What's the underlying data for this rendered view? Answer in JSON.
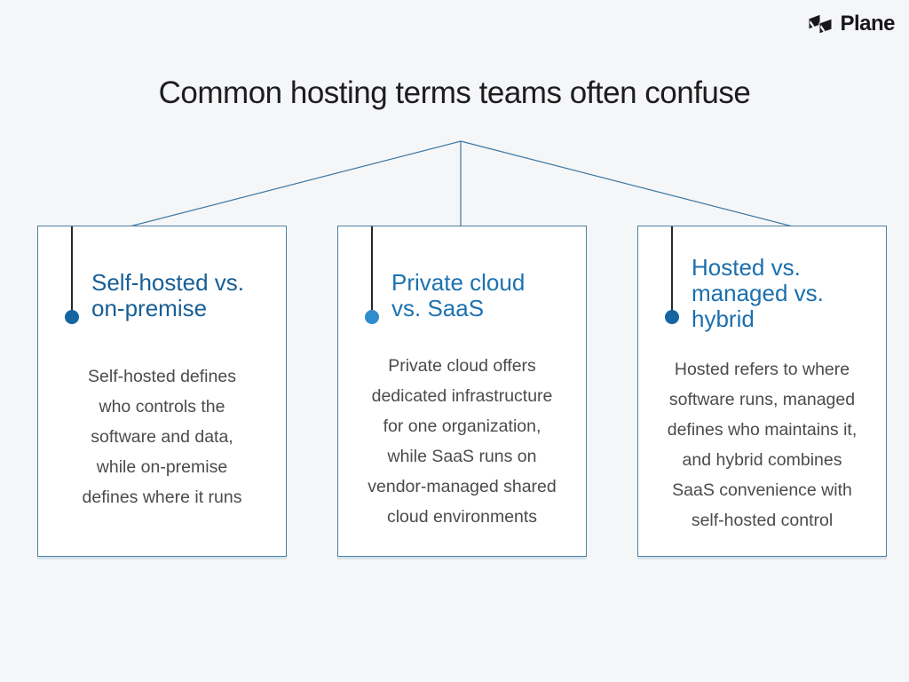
{
  "page": {
    "title": "Common hosting terms teams often confuse",
    "background_color": "#f5f6f7",
    "card_border_color": "#4b80a1",
    "connector_color": "#3a78a6"
  },
  "logo": {
    "brand": "Plane",
    "icon": "plane-logo-icon",
    "color": "#17171d"
  },
  "cards": [
    {
      "title_lines": [
        "Self-hosted vs.",
        "on-premise"
      ],
      "title_color": "#175e96",
      "dot_color": "#1565a0",
      "body_lines": [
        "Self-hosted defines",
        "who controls the",
        "software and data,",
        "while on-premise",
        "defines where it runs"
      ]
    },
    {
      "title_lines": [
        "Private cloud",
        "vs. SaaS"
      ],
      "title_color": "#1d72b0",
      "dot_color": "#2f8ccd",
      "body_lines": [
        "Private cloud offers",
        "dedicated infrastructure",
        "for one organization,",
        "while SaaS runs on",
        "vendor-managed shared",
        "cloud environments"
      ]
    },
    {
      "title_lines": [
        "Hosted vs.",
        "managed vs.",
        "hybrid"
      ],
      "title_color": "#1b6fae",
      "dot_color": "#1565a0",
      "body_lines": [
        "Hosted refers to where",
        "software runs, managed",
        "defines who maintains it,",
        "and hybrid combines",
        "SaaS convenience with",
        "self-hosted control"
      ]
    }
  ]
}
